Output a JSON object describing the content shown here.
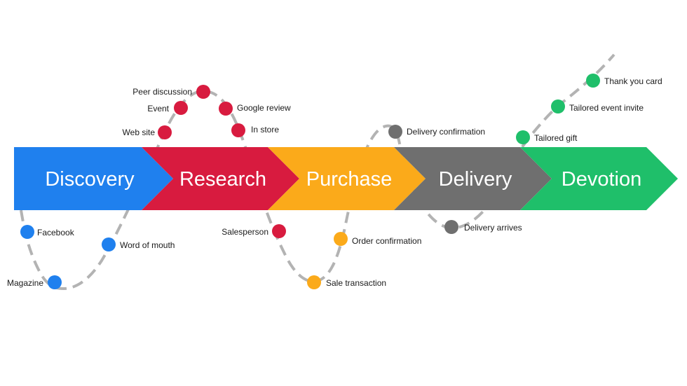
{
  "stages": [
    {
      "name": "Discovery",
      "color": "#1f80ee"
    },
    {
      "name": "Research",
      "color": "#d81b3f"
    },
    {
      "name": "Purchase",
      "color": "#fbaa1a"
    },
    {
      "name": "Delivery",
      "color": "#6f6f6f"
    },
    {
      "name": "Devotion",
      "color": "#1fbf6a"
    }
  ],
  "touchpoints": [
    {
      "label": "Facebook",
      "stage": "Discovery"
    },
    {
      "label": "Magazine",
      "stage": "Discovery"
    },
    {
      "label": "Word of mouth",
      "stage": "Discovery"
    },
    {
      "label": "Web site",
      "stage": "Research"
    },
    {
      "label": "Event",
      "stage": "Research"
    },
    {
      "label": "Peer discussion",
      "stage": "Research"
    },
    {
      "label": "Google review",
      "stage": "Research"
    },
    {
      "label": "In store",
      "stage": "Research"
    },
    {
      "label": "Salesperson",
      "stage": "Research"
    },
    {
      "label": "Sale transaction",
      "stage": "Purchase"
    },
    {
      "label": "Order confirmation",
      "stage": "Purchase"
    },
    {
      "label": "Delivery confirmation",
      "stage": "Delivery"
    },
    {
      "label": "Delivery arrives",
      "stage": "Delivery"
    },
    {
      "label": "Tailored gift",
      "stage": "Devotion"
    },
    {
      "label": "Tailored event invite",
      "stage": "Devotion"
    },
    {
      "label": "Thank you card",
      "stage": "Devotion"
    }
  ]
}
